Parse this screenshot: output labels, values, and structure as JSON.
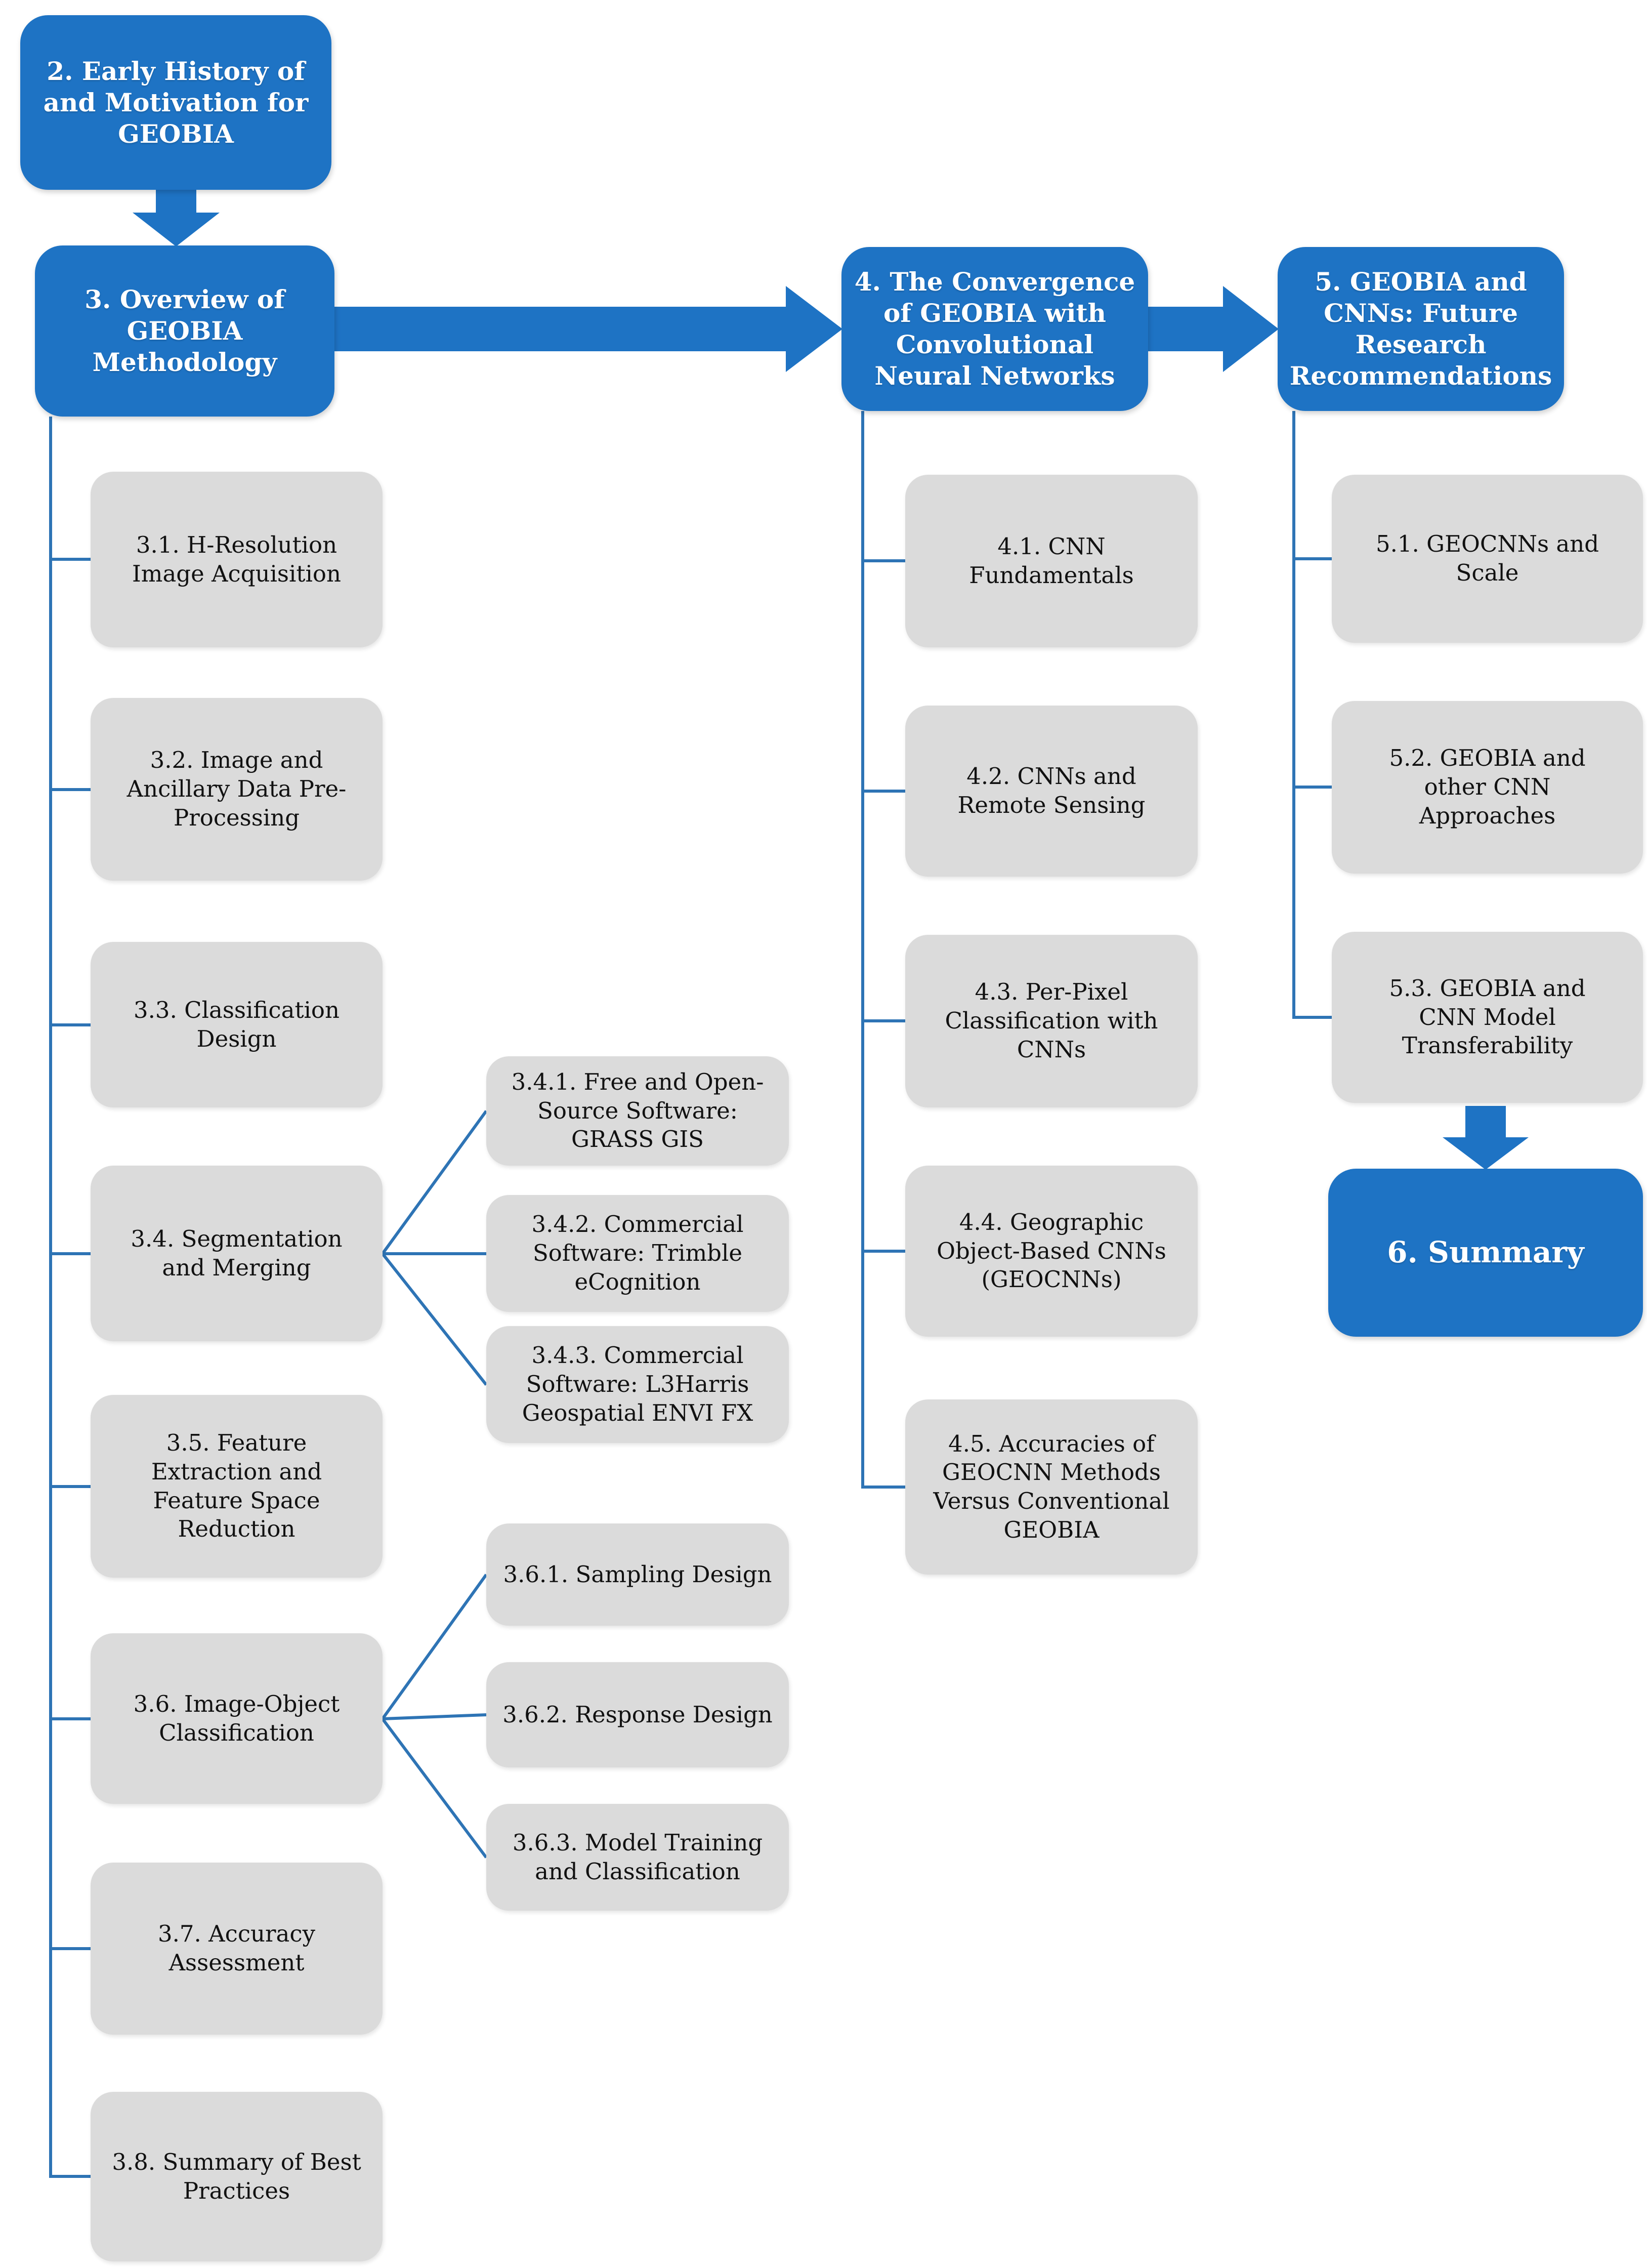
{
  "colors": {
    "node_blue": "#1E73C4",
    "node_gray": "#DBDBDB",
    "connector_blue": "#2E74B5",
    "text_on_blue": "#FFFFFF",
    "text_on_gray": "#111111",
    "background": "#FFFFFF"
  },
  "nodes": {
    "sec2": {
      "label": "2. Early History of\nand Motivation for\nGEOBIA"
    },
    "sec3": {
      "label": "3. Overview of\nGEOBIA\nMethodology"
    },
    "sec4": {
      "label": "4. The Convergence\nof GEOBIA with\nConvolutional\nNeural Networks"
    },
    "sec5": {
      "label": "5. GEOBIA and\nCNNs: Future\nResearch\nRecommendations"
    },
    "sec6": {
      "label": "6. Summary"
    },
    "s31": {
      "label": "3.1. H-Resolution\nImage Acquisition"
    },
    "s32": {
      "label": "3.2. Image and\nAncillary Data Pre-\nProcessing"
    },
    "s33": {
      "label": "3.3. Classification\nDesign"
    },
    "s34": {
      "label": "3.4. Segmentation\nand Merging"
    },
    "s35": {
      "label": "3.5. Feature\nExtraction and\nFeature Space\nReduction"
    },
    "s36": {
      "label": "3.6. Image-Object\nClassification"
    },
    "s37": {
      "label": "3.7. Accuracy\nAssessment"
    },
    "s38": {
      "label": "3.8. Summary of Best\nPractices"
    },
    "s341": {
      "label": "3.4.1. Free and Open-\nSource Software:\nGRASS GIS"
    },
    "s342": {
      "label": "3.4.2. Commercial\nSoftware: Trimble\neCognition"
    },
    "s343": {
      "label": "3.4.3. Commercial\nSoftware: L3Harris\nGeospatial ENVI FX"
    },
    "s361": {
      "label": "3.6.1. Sampling Design"
    },
    "s362": {
      "label": "3.6.2. Response Design"
    },
    "s363": {
      "label": "3.6.3. Model Training\nand Classification"
    },
    "s41": {
      "label": "4.1. CNN\nFundamentals"
    },
    "s42": {
      "label": "4.2. CNNs and\nRemote Sensing"
    },
    "s43": {
      "label": "4.3. Per-Pixel\nClassification with\nCNNs"
    },
    "s44": {
      "label": "4.4. Geographic\nObject-Based CNNs\n(GEOCNNs)"
    },
    "s45": {
      "label": "4.5. Accuracies of\nGEOCNN Methods\nVersus Conventional\nGEOBIA"
    },
    "s51": {
      "label": "5.1. GEOCNNs and\nScale"
    },
    "s52": {
      "label": "5.2. GEOBIA and\nother CNN\nApproaches"
    },
    "s53": {
      "label": "5.3. GEOBIA and\nCNN Model\nTransferability"
    }
  }
}
